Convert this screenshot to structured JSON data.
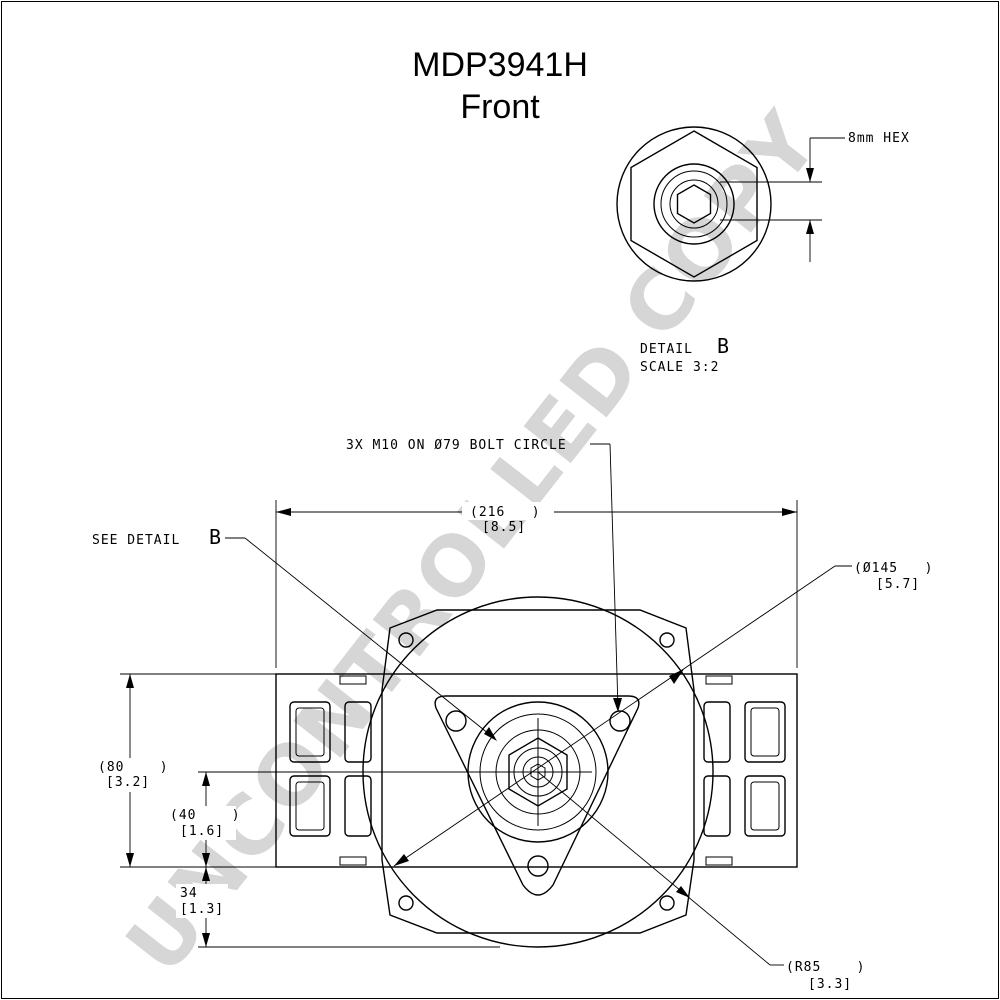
{
  "title": {
    "part_number": "MDP3941H",
    "view": "Front"
  },
  "watermark": "UNCONTROLLED COPY",
  "detail": {
    "hex_label": "8mm HEX",
    "detail_word": "DETAIL",
    "detail_letter": "B",
    "scale_label": "SCALE 3:2"
  },
  "callouts": {
    "bolt_circle": "3X M10 ON Ø79 BOLT CIRCLE",
    "see_detail": "SEE DETAIL",
    "see_detail_letter": "B"
  },
  "dimensions": {
    "width_mm": "(216   )",
    "width_in": "[8.5]",
    "diameter_mm": "(Ø145   )",
    "diameter_in": "[5.7]",
    "height_mm": "(80    )",
    "height_in": "[3.2]",
    "center_mm": "(40    )",
    "center_in": "[1.6]",
    "bottom_mm": "34",
    "bottom_in": "[1.3]",
    "radius_mm": "(R85    )",
    "radius_in": "[3.3]"
  }
}
